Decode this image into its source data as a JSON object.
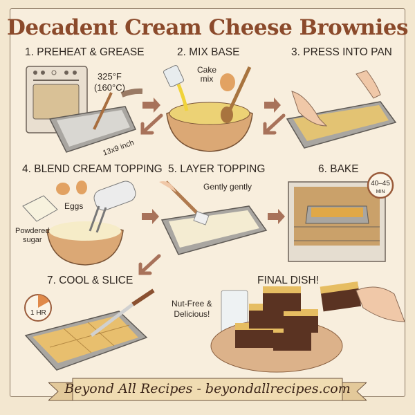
{
  "title": "Decadent Cream Cheese Brownies",
  "steps": [
    {
      "label": "1. PREHEAT & GREASE",
      "notes": [
        "325°F",
        "(160°C)",
        "13x9 inch"
      ]
    },
    {
      "label": "2. MIX BASE",
      "notes": [
        "Cake",
        "mix"
      ]
    },
    {
      "label": "3. PRESS INTO PAN"
    },
    {
      "label": "4. BLEND CREAM TOPPING",
      "notes": [
        "Eggs",
        "Powdered",
        "sugar"
      ]
    },
    {
      "label": "5. LAYER TOPPING",
      "notes": [
        "Gently gently"
      ]
    },
    {
      "label": "6. BAKE",
      "notes": [
        "40–45",
        "MIN"
      ]
    },
    {
      "label": "7. COOL & SLICE",
      "notes": [
        "1 HR"
      ]
    }
  ],
  "final": {
    "label": "FINAL DISH!",
    "notes": [
      "Nut-Free &",
      "Delicious!"
    ]
  },
  "footer": "Beyond All Recipes - beyondallrecipes.com",
  "colors": {
    "title": "#8b4a2b",
    "background": "#f8eedd",
    "arrow": "#a8725a",
    "pan": "#8f8a84",
    "batter": "#e9c974",
    "brownie": "#5a3322"
  }
}
